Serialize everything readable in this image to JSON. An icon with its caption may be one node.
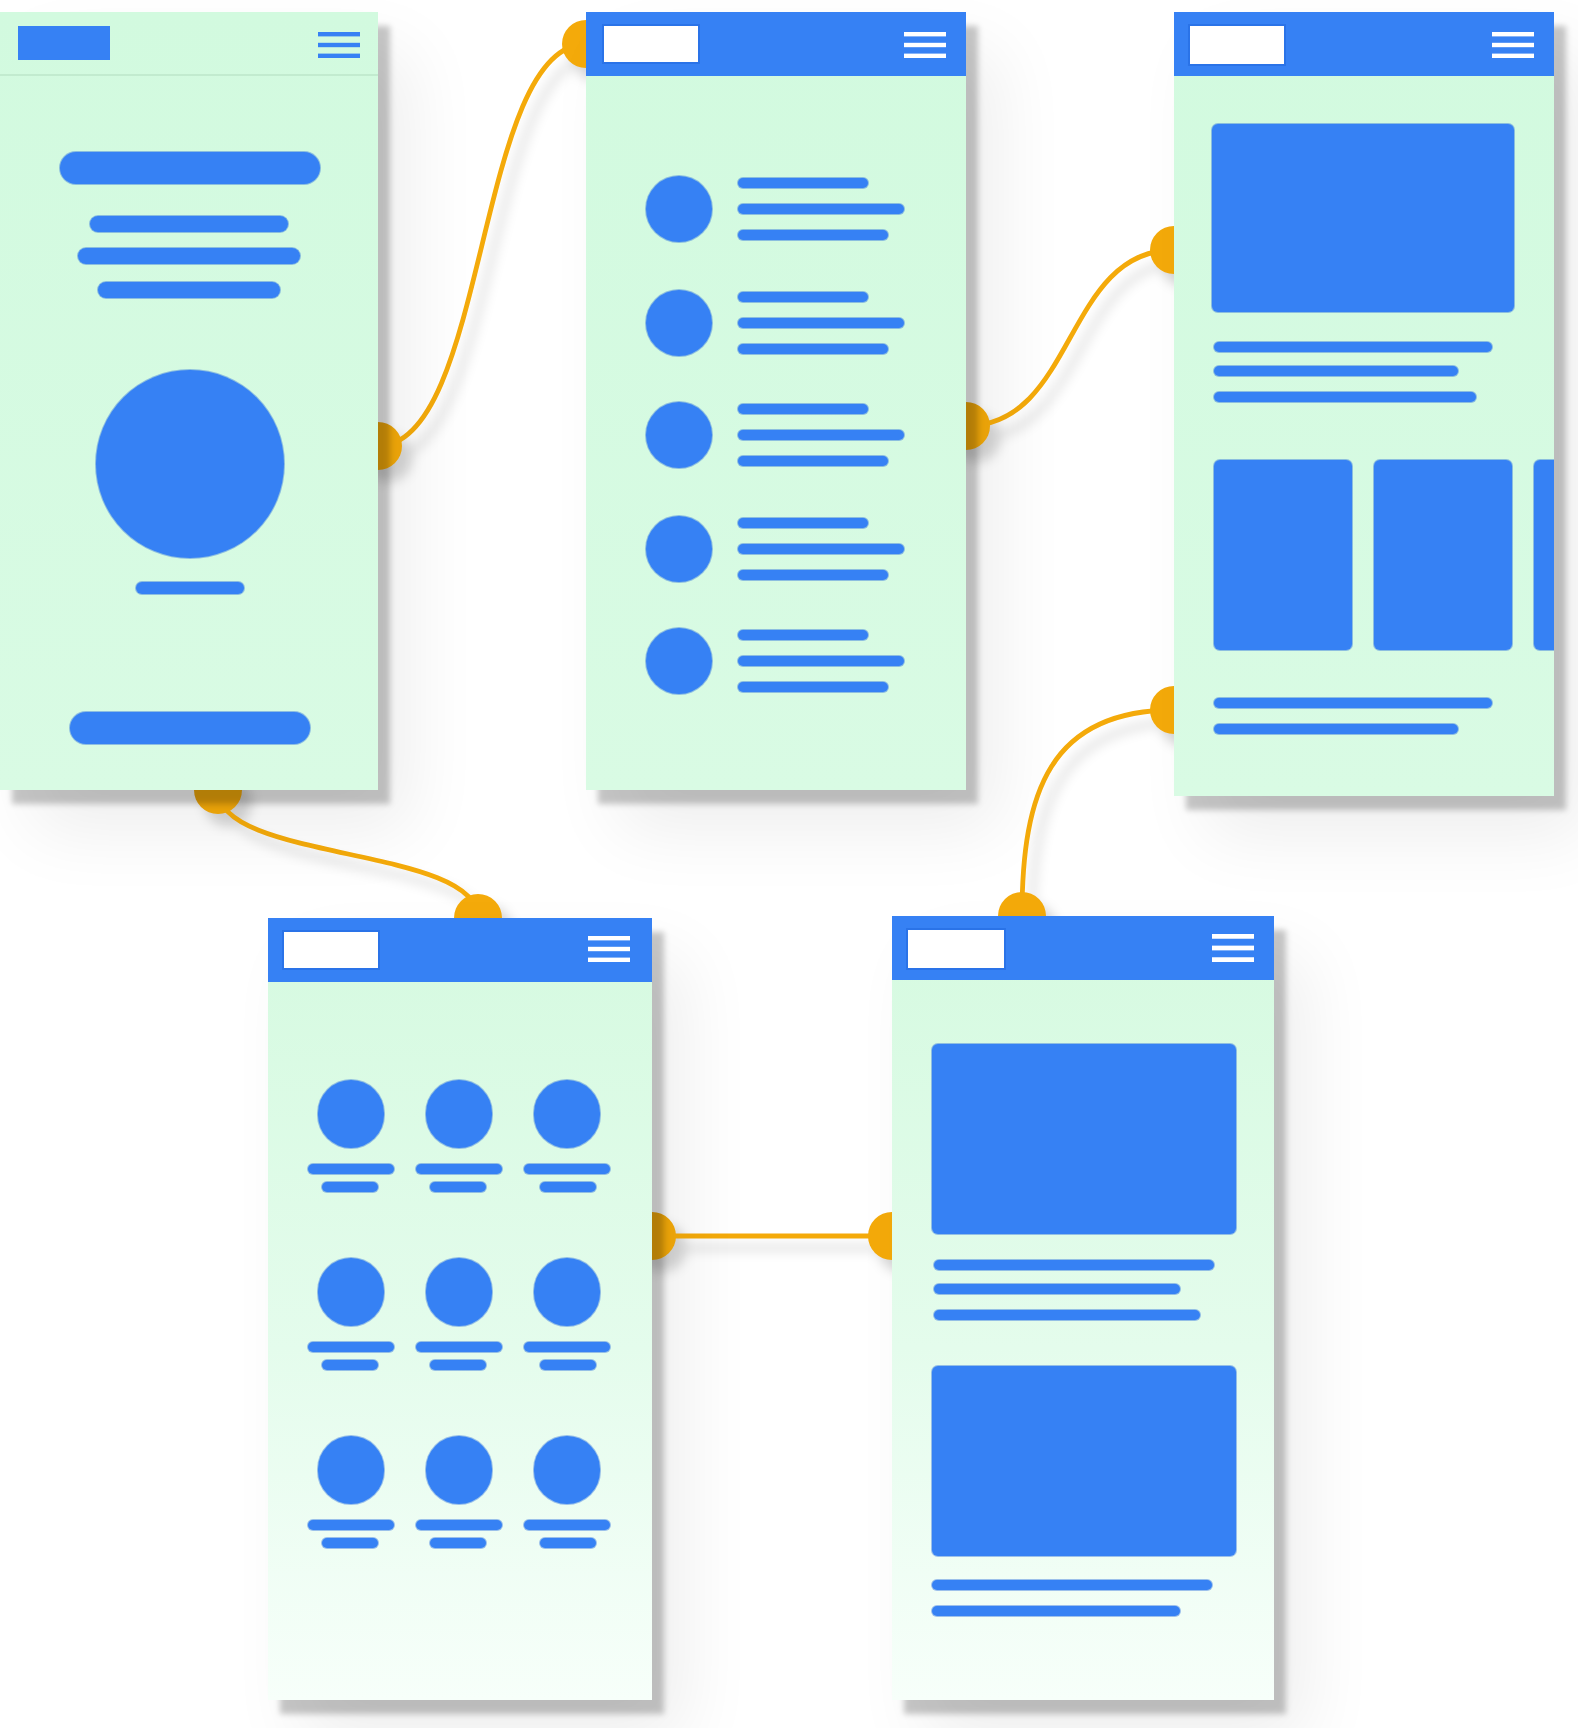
{
  "diagram": {
    "nodes": [
      {
        "text": [],
        "shape": "picture"
      },
      {
        "text": [],
        "shape": "picture"
      },
      {
        "text": [],
        "shape": "picture"
      },
      {
        "text": [],
        "shape": "picture"
      },
      {
        "text": [],
        "shape": "picture"
      }
    ],
    "edges": [
      {
        "from": 0,
        "to": 1,
        "arrow": "other"
      },
      {
        "from": 1,
        "to": 2,
        "arrow": "other"
      },
      {
        "from": 2,
        "to": 4,
        "arrow": "other"
      },
      {
        "from": 0,
        "to": 3,
        "arrow": "other"
      },
      {
        "from": 3,
        "to": 4,
        "arrow": "other"
      }
    ]
  }
}
